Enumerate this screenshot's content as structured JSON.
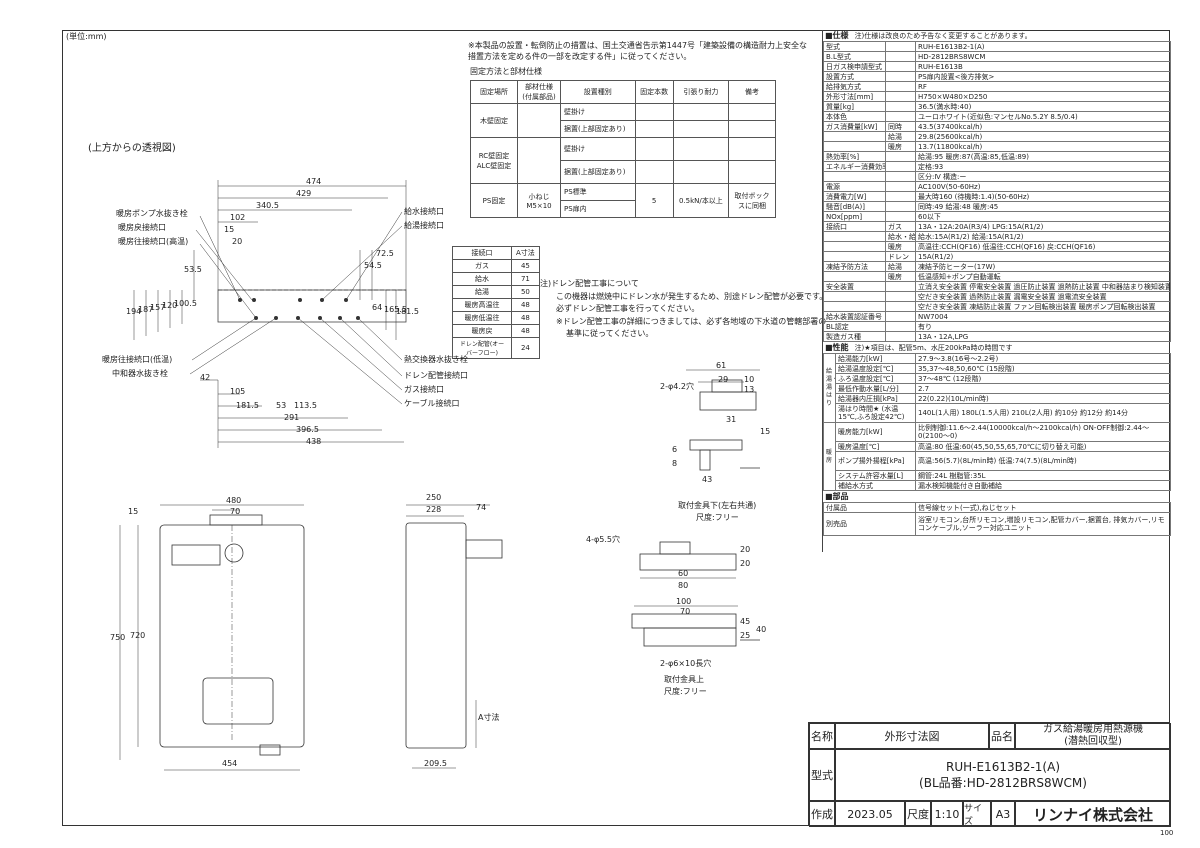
{
  "unit_note": "(単位:mm)",
  "top_view_label": "(上方からの透視図)",
  "install_note": "※本製品の設置・転倒防止の措置は、国土交通省告示第1447号「建築設備の構造耐力上安全な措置方法を定める件の一部を改定する件」に従ってください。",
  "fix_title": "固定方法と部材仕様",
  "fix_table": {
    "headers": [
      "固定場所",
      "部材仕様(付属部品)",
      "設置種別",
      "固定本数",
      "引張り耐力",
      "備考"
    ],
    "rows": [
      {
        "place": "木壁固定",
        "types": [
          "壁掛け",
          "据置(上部固定あり)"
        ]
      },
      {
        "place": "RC壁固定 ALC壁固定",
        "types": [
          "壁掛け",
          "据置(上部固定あり)"
        ]
      },
      {
        "place": "PS固定",
        "spec": "小ねじ M5×10",
        "types": [
          "PS標準",
          "PS扉内"
        ],
        "count": "5",
        "force": "0.5kN/本以上",
        "note": "取付ボックスに同梱"
      }
    ]
  },
  "conn_table": {
    "headers": [
      "接続口",
      "A寸法"
    ],
    "rows": [
      [
        "ガス",
        "45"
      ],
      [
        "給水",
        "71"
      ],
      [
        "給湯",
        "50"
      ],
      [
        "暖房高温往",
        "48"
      ],
      [
        "暖房低温往",
        "48"
      ],
      [
        "暖房戻",
        "48"
      ],
      [
        "ドレン配管(オーバーフロー)",
        "24"
      ]
    ]
  },
  "drain_note": {
    "title": "注)ドレン配管工事について",
    "lines": [
      "この機器は燃焼中にドレン水が発生するため、別途ドレン配管が必要です。",
      "必ずドレン配管工事を行ってください。",
      "※ドレン配管工事の詳細につきましては、必ず各地域の下水道の管轄部署の",
      "基準に従ってください。"
    ]
  },
  "top_dims": [
    "474",
    "429",
    "340.5",
    "102",
    "15",
    "20",
    "53.5",
    "54.5",
    "72.5",
    "194",
    "187",
    "157",
    "120",
    "100.5",
    "64",
    "165.5",
    "181.5",
    "42",
    "105",
    "181.5",
    "53",
    "113.5",
    "291",
    "396.5",
    "438"
  ],
  "top_labels_left": [
    "暖房ポンプ水抜き栓",
    "暖房戻接続口",
    "暖房往接続口(高温)",
    "暖房往接続口(低温)",
    "中和器水抜き栓"
  ],
  "top_labels_right": [
    "給水接続口",
    "給湯接続口",
    "熱交換器水抜き栓",
    "ドレン配管接続口",
    "ガス接続口",
    "ケーブル接続口"
  ],
  "front_dims": [
    "480",
    "70",
    "15",
    "750",
    "720",
    "454"
  ],
  "side_dims": [
    "250",
    "228",
    "74",
    "209.5",
    "A寸法"
  ],
  "bracket_top": {
    "dims": [
      "61",
      "29",
      "10",
      "13",
      "31",
      "15",
      "6",
      "8",
      "43"
    ],
    "hole": "2-φ4.2穴",
    "title": "取付金具下(左右共通)",
    "scale": "尺度:フリー"
  },
  "bracket_bottom": {
    "dims": [
      "100",
      "70",
      "60",
      "80",
      "20",
      "20",
      "45",
      "25",
      "40"
    ],
    "hole1": "4-φ5.5穴",
    "hole2": "2-φ6×10長穴",
    "title": "取付金具上",
    "scale": "尺度:フリー"
  },
  "spec": {
    "title": "■仕様",
    "note": "注)仕様は改良のため予告なく変更することがあります。",
    "rows": [
      [
        "型式",
        "",
        "RUH-E1613B2-1(A)"
      ],
      [
        "B.L型式",
        "",
        "HD-2812BRS8WCM"
      ],
      [
        "日ガス検申請型式",
        "",
        "RUH-E1613B"
      ],
      [
        "設置方式",
        "",
        "PS扉内設置<後方排気>"
      ],
      [
        "給排気方式",
        "",
        "RF"
      ],
      [
        "外形寸法[mm]",
        "",
        "H750×W480×D250"
      ],
      [
        "質量[kg]",
        "",
        "36.5(満水時:40)"
      ],
      [
        "本体色",
        "",
        "ユーロホワイト(近似色:マンセルNo.5.2Y 8.5/0.4)"
      ],
      [
        "ガス消費量[kW]",
        "同時",
        "43.5(37400kcal/h)"
      ],
      [
        "",
        "給湯",
        "29.8(25600kcal/h)"
      ],
      [
        "",
        "暖房",
        "13.7(11800kcal/h)"
      ],
      [
        "熱効率[%]",
        "",
        "給湯:95 暖房:87(高温:85,低温:89)"
      ],
      [
        "エネルギー消費効率[%]",
        "",
        "定格:93"
      ],
      [
        "",
        "",
        "区分:Ⅳ 構造:ー"
      ],
      [
        "電源",
        "",
        "AC100V(50-60Hz)"
      ],
      [
        "消費電力[W]",
        "",
        "最大時160 (待機時:1.4)(50-60Hz)"
      ],
      [
        "騒音[dB(A)]",
        "",
        "同時:49 給湯:48 暖房:45"
      ],
      [
        "NOx[ppm]",
        "",
        "60以下"
      ],
      [
        "接続口",
        "ガス",
        "13A・12A:20A(R3/4) LPG:15A(R1/2)"
      ],
      [
        "",
        "給水・給湯",
        "給水:15A(R1/2) 給湯:15A(R1/2)"
      ],
      [
        "",
        "暖房",
        "高温往:CCH(QF16) 低温往:CCH(QF16) 戻:CCH(QF16)"
      ],
      [
        "",
        "ドレン",
        "15A(R1/2)"
      ],
      [
        "凍結予防方法",
        "給湯",
        "凍結予防ヒーター(17W)"
      ],
      [
        "",
        "暖房",
        "低温感知+ポンプ自動運転"
      ],
      [
        "安全装置",
        "",
        "立消え安全装置 停電安全装置 過圧防止装置 過熱防止装置 中和器詰まり検知装置"
      ],
      [
        "",
        "",
        "空だき安全装置 過熱防止装置 漏電安全装置 過電流安全装置"
      ],
      [
        "",
        "",
        "空だき安全装置 凍結防止装置 ファン回転検出装置 暖房ポンプ回転検出装置"
      ],
      [
        "給水装置認証番号",
        "",
        "NW7004"
      ],
      [
        "BL認定",
        "",
        "有り"
      ],
      [
        "製造ガス種",
        "",
        "13A・12A,LPG"
      ]
    ],
    "perf_title": "■性能",
    "perf_note": "注)★項目は、配管5m、水圧200kPa時の時間です",
    "perf_rows": [
      [
        "給湯能力[kW]",
        "27.9〜3.8(16号〜2.2号)"
      ],
      [
        "給湯温度設定[℃]",
        "35,37〜48,50,60℃ (15段階)"
      ],
      [
        "ふろ温度設定[℃]",
        "37〜48℃ (12段階)"
      ],
      [
        "最低作動水量[L/分]",
        "2.7"
      ],
      [
        "給湯器内圧損[kPa]",
        "22(0.22)(10L/min時)"
      ],
      [
        "湯はり時間★ (水温15℃,ふろ設定42℃)",
        "140L(1人用) 180L(1.5人用) 210L(2人用) 約10分 約12分 約14分"
      ],
      [
        "暖房能力[kW]",
        "比例制御:11.6〜2.44(10000kcal/h〜2100kcal/h) ON-OFF制御:2.44〜0(2100〜0)"
      ],
      [
        "暖房温度[℃]",
        "高温:80 低温:60(45,50,55,65,70℃に切り替え可能)"
      ],
      [
        "ポンプ揚外揚程[kPa]",
        "高温:56(5.7)(8L/min時) 低温:74(7.5)(8L/min時)"
      ],
      [
        "システム許容水量[L]",
        "鋼管:24L 樹脂管:35L"
      ],
      [
        "補給水方式",
        "漏水検知機能付き自動補給"
      ]
    ],
    "parts_title": "■部品",
    "parts_rows": [
      [
        "付属品",
        "信号線セット(一式),ねじセット"
      ],
      [
        "別売品",
        "浴室リモコン,台所リモコン,増設リモコン,配管カバー,据置台, 排気カバー,リモコンケーブル,ソーラー対応ユニット"
      ]
    ],
    "side_group_1": "給湯・湯はり",
    "side_group_2": "暖房"
  },
  "title_block": {
    "name_label": "名称",
    "name_value": "外形寸法図",
    "product_label": "品名",
    "product_value_1": "ガス給湯暖房用熱源機",
    "product_value_2": "(潜熱回収型)",
    "model_label": "型式",
    "model_value_1": "RUH-E1613B2-1(A)",
    "model_value_2": "(BL品番:HD-2812BRS8WCM)",
    "made_label": "作成",
    "date": "2023.05",
    "scale_label": "尺度",
    "scale_value": "1:10",
    "size_label": "サイズ",
    "size_value": "A3",
    "company": "リンナイ株式会社"
  },
  "page_number": "100"
}
